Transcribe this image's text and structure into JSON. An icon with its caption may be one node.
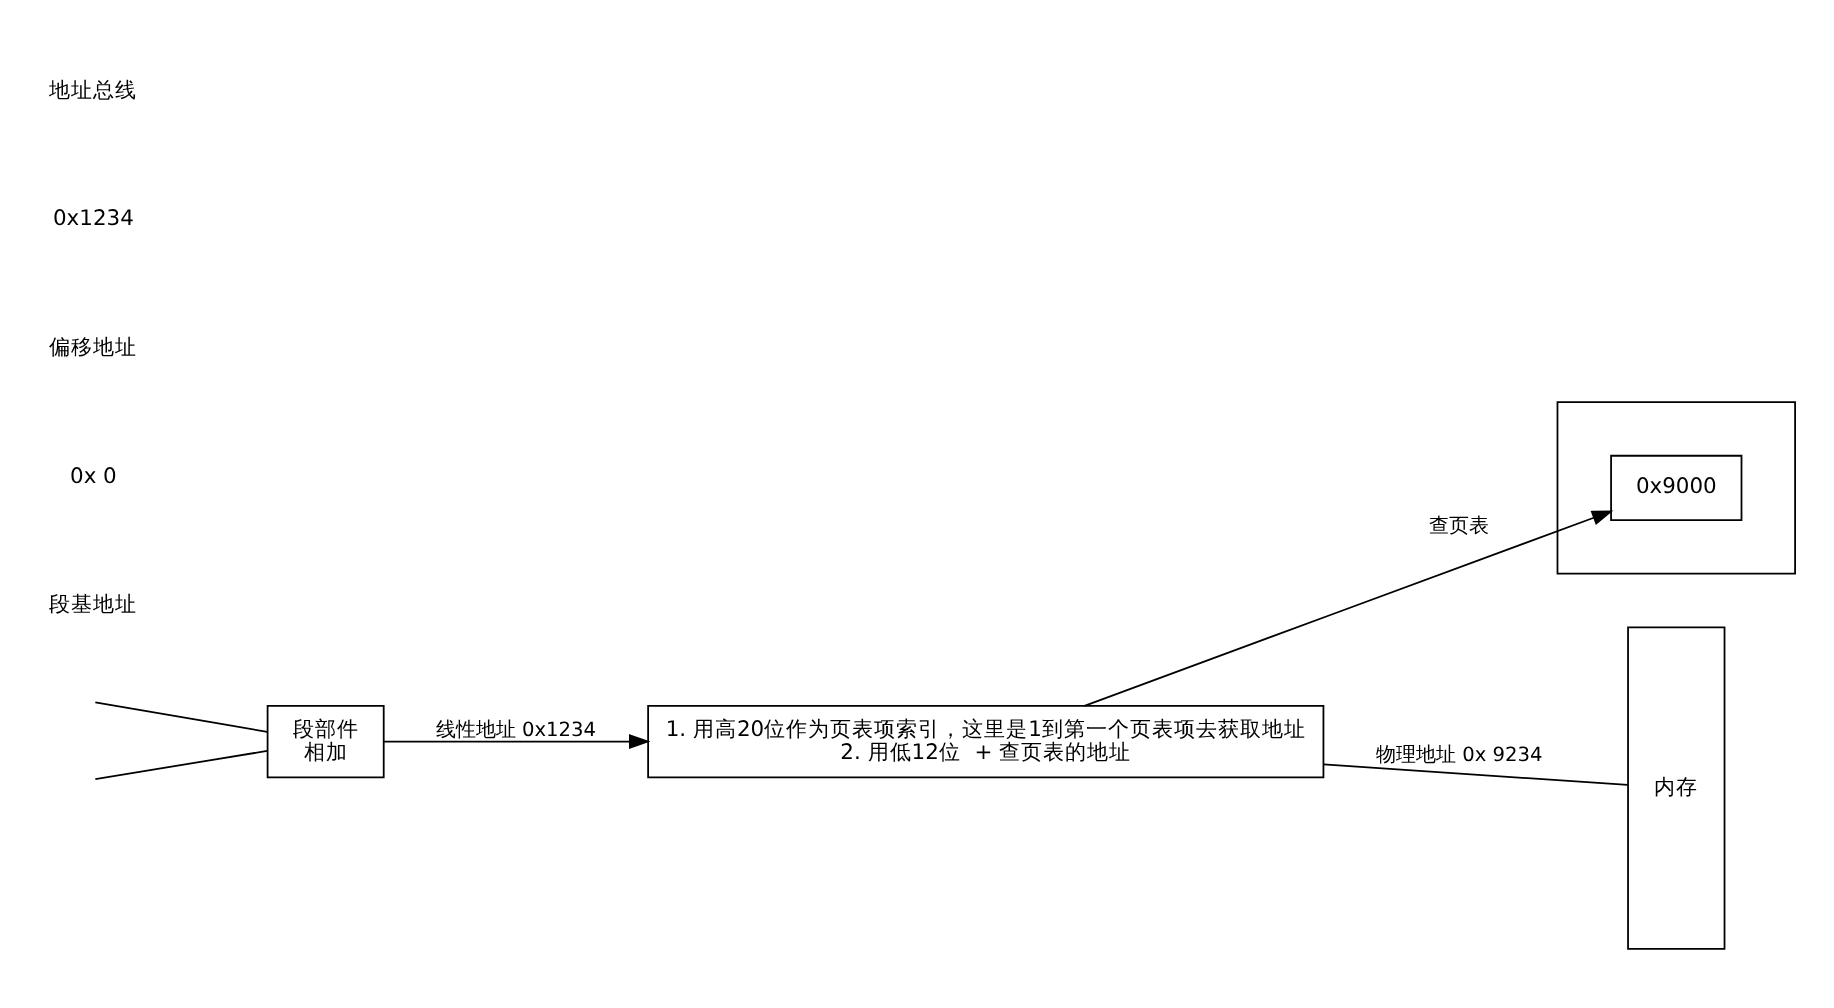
{
  "diagram": {
    "nodes": [
      {
        "text": [
          "段部件",
          "相加"
        ]
      },
      {
        "text": [],
        "shape": "box"
      },
      {
        "text": [
          "0x9000"
        ],
        "in": 1
      },
      {
        "text": [
          "1. 用高20位作为页表项索引，这里是1到第一个页表项去获取地址",
          "2. 用低12位  + 查页表的地址"
        ]
      },
      {
        "text": [
          "内存"
        ]
      }
    ],
    "edges": [
      {
        "from": null,
        "to": 0,
        "arrow": "none"
      },
      {
        "from": null,
        "to": 0,
        "arrow": "none"
      },
      {
        "from": 0,
        "to": 3,
        "arrow": "to",
        "label": "线性地址 0x1234"
      },
      {
        "from": 3,
        "to": 2,
        "arrow": "to",
        "label": "查页表"
      },
      {
        "from": 3,
        "to": 4,
        "arrow": "none",
        "label": "物理地址 0x 9234"
      }
    ],
    "labels": [
      "段基地址",
      "0x 0",
      "偏移地址",
      "0x1234",
      "地址总线"
    ]
  }
}
